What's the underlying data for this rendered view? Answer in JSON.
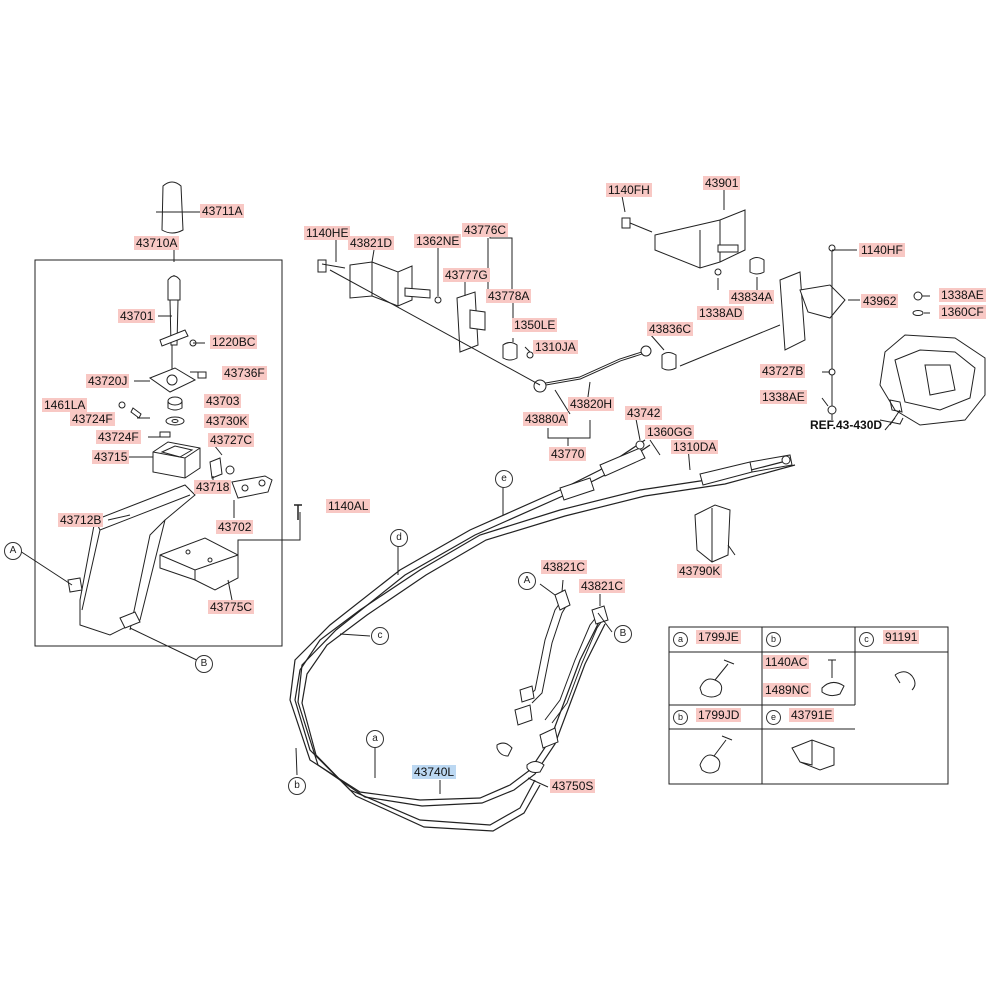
{
  "diagram": {
    "part_labels": [
      {
        "id": "43711A",
        "text": "43711A"
      },
      {
        "id": "43710A",
        "text": "43710A"
      },
      {
        "id": "43701",
        "text": "43701"
      },
      {
        "id": "1220BC",
        "text": "1220BC"
      },
      {
        "id": "43720J",
        "text": "43720J"
      },
      {
        "id": "43736F",
        "text": "43736F"
      },
      {
        "id": "1461LA",
        "text": "1461LA"
      },
      {
        "id": "43703",
        "text": "43703"
      },
      {
        "id": "43724F_a",
        "text": "43724F"
      },
      {
        "id": "43730K",
        "text": "43730K"
      },
      {
        "id": "43724F_b",
        "text": "43724F"
      },
      {
        "id": "43727C",
        "text": "43727C"
      },
      {
        "id": "43715",
        "text": "43715"
      },
      {
        "id": "43718",
        "text": "43718"
      },
      {
        "id": "43712B",
        "text": "43712B"
      },
      {
        "id": "43702",
        "text": "43702"
      },
      {
        "id": "1140AL",
        "text": "1140AL"
      },
      {
        "id": "43775C",
        "text": "43775C"
      },
      {
        "id": "1140HE",
        "text": "1140HE"
      },
      {
        "id": "43821D",
        "text": "43821D"
      },
      {
        "id": "1362NE",
        "text": "1362NE"
      },
      {
        "id": "43776C",
        "text": "43776C"
      },
      {
        "id": "43777G",
        "text": "43777G"
      },
      {
        "id": "43778A",
        "text": "43778A"
      },
      {
        "id": "1350LE",
        "text": "1350LE"
      },
      {
        "id": "1310JA",
        "text": "1310JA"
      },
      {
        "id": "43820H",
        "text": "43820H"
      },
      {
        "id": "43880A",
        "text": "43880A"
      },
      {
        "id": "43770",
        "text": "43770"
      },
      {
        "id": "1140FH",
        "text": "1140FH"
      },
      {
        "id": "43901",
        "text": "43901"
      },
      {
        "id": "1338AD",
        "text": "1338AD"
      },
      {
        "id": "43834A",
        "text": "43834A"
      },
      {
        "id": "1140HF",
        "text": "1140HF"
      },
      {
        "id": "43962",
        "text": "43962"
      },
      {
        "id": "1338AE_a",
        "text": "1338AE"
      },
      {
        "id": "1360CF",
        "text": "1360CF"
      },
      {
        "id": "43836C",
        "text": "43836C"
      },
      {
        "id": "43727B",
        "text": "43727B"
      },
      {
        "id": "1338AE_b",
        "text": "1338AE"
      },
      {
        "id": "43742",
        "text": "43742"
      },
      {
        "id": "1360GG",
        "text": "1360GG"
      },
      {
        "id": "1310DA",
        "text": "1310DA"
      },
      {
        "id": "43790K",
        "text": "43790K"
      },
      {
        "id": "43821C_a",
        "text": "43821C"
      },
      {
        "id": "43821C_b",
        "text": "43821C"
      },
      {
        "id": "43740L",
        "text": "43740L",
        "selected": true
      },
      {
        "id": "43750S",
        "text": "43750S"
      }
    ],
    "reference_label": "REF.43-430D",
    "callouts": [
      {
        "id": "A_left",
        "text": "A"
      },
      {
        "id": "B_bottom",
        "text": "B"
      },
      {
        "id": "A_cable",
        "text": "A"
      },
      {
        "id": "B_cable",
        "text": "B"
      },
      {
        "id": "e",
        "text": "e"
      },
      {
        "id": "d",
        "text": "d"
      },
      {
        "id": "c",
        "text": "c"
      },
      {
        "id": "a",
        "text": "a"
      },
      {
        "id": "b",
        "text": "b"
      }
    ],
    "legend": {
      "cells": [
        {
          "letter": "a",
          "parts": [
            "1799JE"
          ]
        },
        {
          "letter": "b",
          "parts": [
            "1140AC",
            "1489NC"
          ]
        },
        {
          "letter": "c",
          "parts": [
            "91191"
          ]
        },
        {
          "letter": "b",
          "parts": [
            "1799JD"
          ]
        },
        {
          "letter": "e",
          "parts": [
            "43791E"
          ]
        }
      ]
    }
  }
}
